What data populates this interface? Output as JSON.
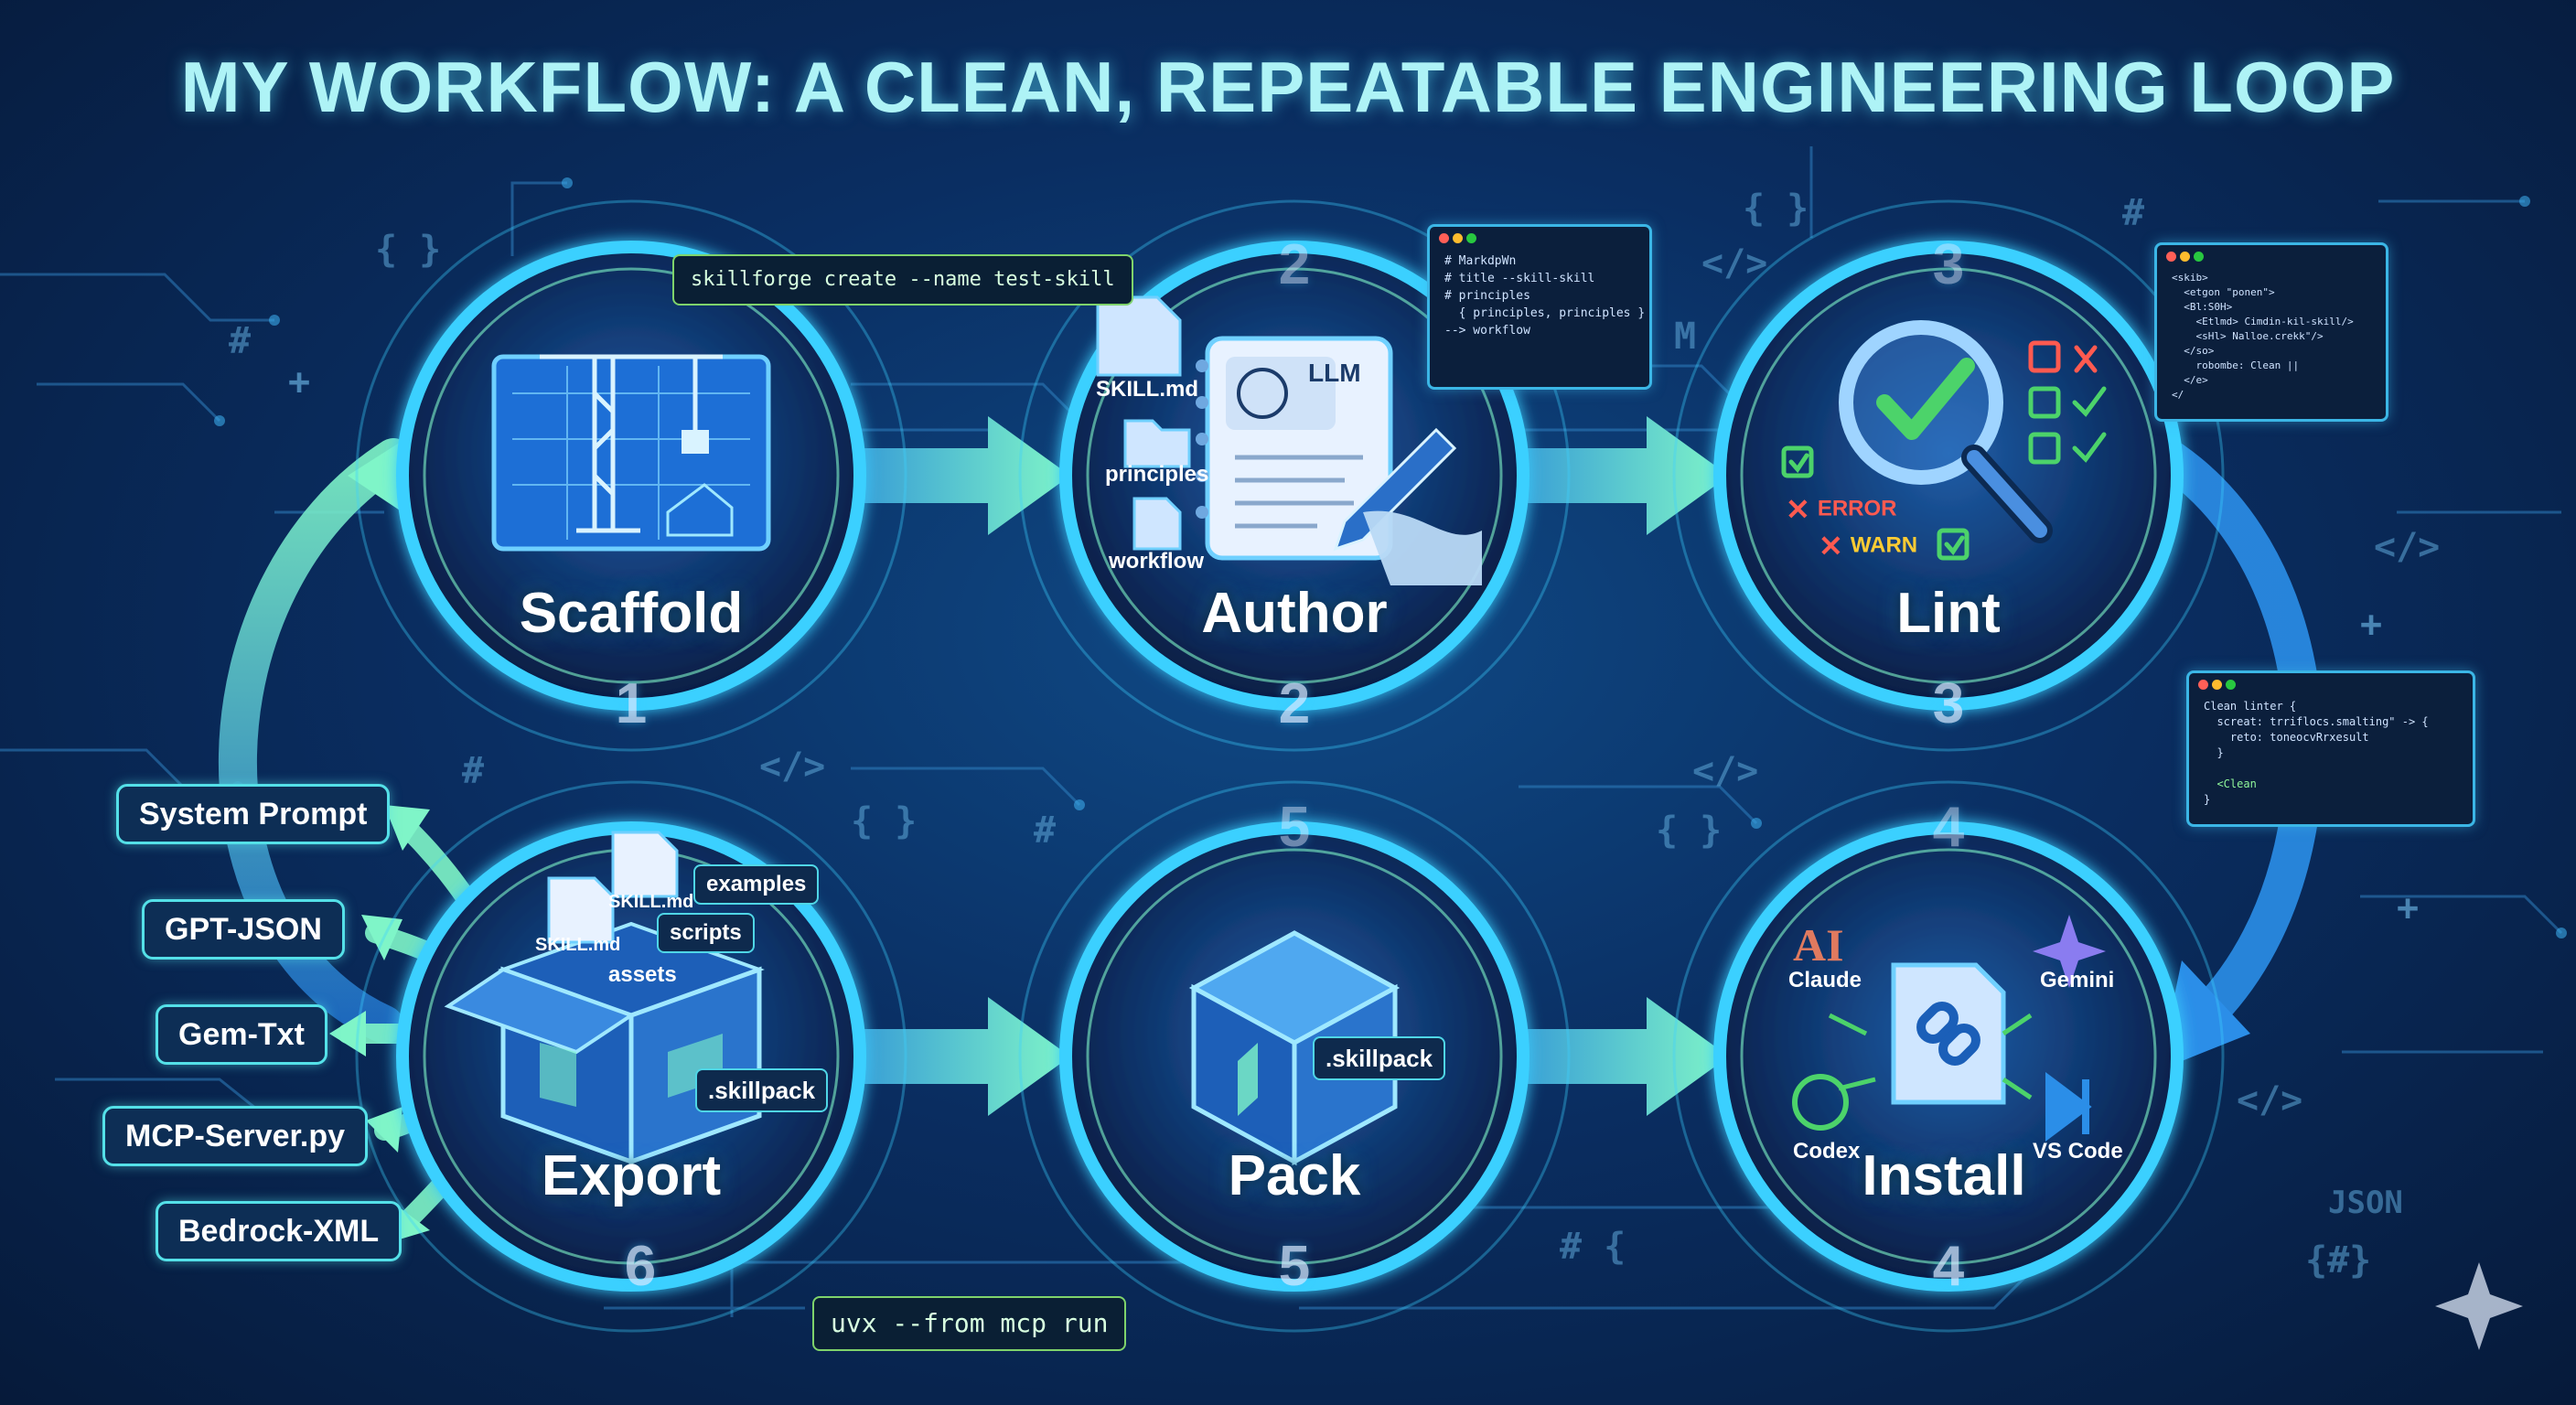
{
  "title": "MY WORKFLOW: A CLEAN, REPEATABLE ENGINEERING LOOP",
  "colors": {
    "accent": "#54e0e8",
    "arrow": "#6ff0c8",
    "ring": "#3bd0ff",
    "background": "#0a2e62"
  },
  "stages": [
    {
      "number": "1",
      "label": "Scaffold",
      "icon": "blueprint-crane-icon"
    },
    {
      "number": "2",
      "label": "Author",
      "icon": "notebook-pen-icon"
    },
    {
      "number": "3",
      "label": "Lint",
      "icon": "magnifier-check-icon"
    },
    {
      "number": "4",
      "label": "Install",
      "icon": "linked-file-icon"
    },
    {
      "number": "5",
      "label": "Pack",
      "icon": "cube-package-icon"
    },
    {
      "number": "6",
      "label": "Export",
      "icon": "open-box-icon"
    }
  ],
  "scaffold_command": "skillforge create --name test-skill",
  "author": {
    "files": [
      "SKILL.md",
      "principles",
      "workflow"
    ],
    "llm_label": "LLM",
    "editor_lines": [
      "# MarkdpWn",
      "# title --skill-skill",
      "# principles",
      "{ principles, principles }",
      "--> workflow"
    ]
  },
  "lint": {
    "error_label": "ERROR",
    "warn_label": "WARN",
    "editor_lines": [
      "<skib>",
      "<etgon \"ponen\">",
      "<Bl:S0H>",
      "<Etlmd> Cimdin-kil-skill/>",
      "<sHl> Nalloe.crekk\"/>",
      "</so>",
      "robombe: Clean ||",
      "</e>",
      "</"
    ]
  },
  "install": {
    "targets": [
      "Claude",
      "Gemini",
      "Codex",
      "VS Code"
    ],
    "editor_lines": [
      "Clean linter {",
      "  screat: trriflocs.smalting\" -> {",
      "    reto: toneocvRrxesult",
      "  }",
      "",
      "  <Clean",
      "}"
    ]
  },
  "pack": {
    "tag": ".skillpack",
    "command": "uvx --from mcp run"
  },
  "export": {
    "contents": [
      "SKILL.md",
      "SKILL.md",
      "examples",
      "scripts",
      "assets"
    ],
    "pack_tag": ".skillpack",
    "targets": [
      "System Prompt",
      "GPT-JSON",
      "Gem-Txt",
      "MCP-Server.py",
      "Bedrock-XML"
    ]
  },
  "decor_glyphs": [
    "{ }",
    "#",
    "</>",
    "M",
    "{ }",
    "#",
    "</>",
    "#",
    "</>",
    "{ }",
    "#",
    "{ }",
    "</>",
    "# {",
    "</>",
    "JSON",
    "{#}",
    "+",
    "+",
    "+"
  ]
}
